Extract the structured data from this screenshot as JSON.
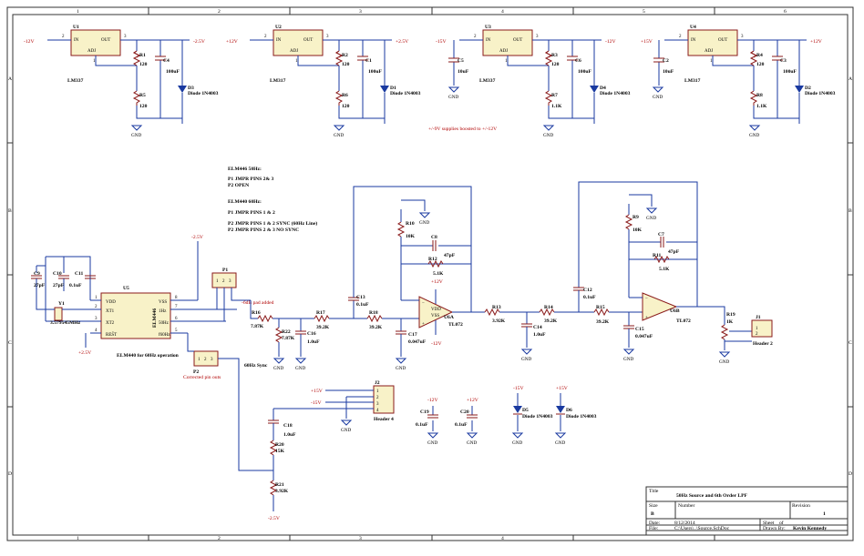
{
  "frame": {
    "col_labels": [
      "1",
      "2",
      "3",
      "4",
      "5",
      "6"
    ],
    "row_labels": [
      "A",
      "B",
      "C",
      "D"
    ]
  },
  "regulators": [
    {
      "ref": "U1",
      "part": "LM337",
      "in": "-12V",
      "out": "-2.5V",
      "r_top": "R1",
      "r_top_v": "120",
      "r_bot": "R5",
      "r_bot_v": "120",
      "cap": "C4",
      "cap_v": "100uF",
      "diode": "D3",
      "diode_part": "Diode 1N4003"
    },
    {
      "ref": "U2",
      "part": "LM317",
      "in": "+12V",
      "out": "+2.5V",
      "r_top": "R2",
      "r_top_v": "120",
      "r_bot": "R6",
      "r_bot_v": "120",
      "cap": "C1",
      "cap_v": "100uF",
      "diode": "D1",
      "diode_part": "Diode 1N4003"
    },
    {
      "ref": "U3",
      "part": "LM337",
      "in": "-15V",
      "out": "-12V",
      "r_top": "R3",
      "r_top_v": "120",
      "r_bot": "R7",
      "r_bot_v": "1.1K",
      "cap": "C6",
      "cap_v": "100uF",
      "cap_in": "C5",
      "cap_in_v": "10uF",
      "diode": "D4",
      "diode_part": "Diode 1N4003"
    },
    {
      "ref": "U4",
      "part": "LM317",
      "in": "+15V",
      "out": "+12V",
      "r_top": "R4",
      "r_top_v": "120",
      "r_bot": "R8",
      "r_bot_v": "1.1K",
      "cap": "C3",
      "cap_v": "100uF",
      "cap_in": "C2",
      "cap_in_v": "10uF",
      "diode": "D2",
      "diode_part": "Diode 1N4003"
    }
  ],
  "reg_pins": {
    "in": "IN",
    "out": "OUT",
    "adj": "ADJ",
    "p1": "1",
    "p2": "2",
    "p3": "3"
  },
  "gnd_label": "GND",
  "supply_note": "+/-9V supplies boosted to +/-12V",
  "config_notes": {
    "h50": "ELM446 50Hz:",
    "l50a": "P1 JMPR PINS 2& 3",
    "l50b": "P2 OPEN",
    "h60": "ELM440 60Hz:",
    "l60a": "P1 JMPR PINS 1 & 2",
    "l60b": "P2 JMPR PINS 1 & 2 SYNC (60Hz Line)",
    "l60c": "P2 JMPR PINS 2 & 3 NO SYNC"
  },
  "oscillator": {
    "ref": "U5",
    "part": "ELM446",
    "note": "ELM440 for 60Hz operation",
    "pins": [
      {
        "n": "1",
        "name": "VDD"
      },
      {
        "n": "2",
        "name": "XT1"
      },
      {
        "n": "3",
        "name": "XT2"
      },
      {
        "n": "4",
        "name": "RES̄T"
      },
      {
        "n": "8",
        "name": "VSS"
      },
      {
        "n": "7",
        "name": "1Hz"
      },
      {
        "n": "6",
        "name": "50Hz"
      },
      {
        "n": "5",
        "name": "f60Hz"
      }
    ],
    "crystal": "Y1",
    "crystal_v": "3.579545MHz",
    "c9": "C9",
    "c9_v": "27pF",
    "c10": "C10",
    "c10_v": "27pF",
    "c11": "C11",
    "c11_v": "0.1uF",
    "supply": "+2.5V",
    "neg": "-2.5V"
  },
  "jumpers": {
    "p1": "P1",
    "p2": "P2",
    "p2_note": "Corrected pin outs",
    "pad_note": "-6dB pad added",
    "pins": [
      "1",
      "2",
      "3"
    ]
  },
  "filter": {
    "r16": "R16",
    "r16_v": "7.87K",
    "r22": "R22",
    "r22_v": "7.87K",
    "c16": "C16",
    "c16_v": "1.0uF",
    "sync": "60Hz Sync",
    "r17": "R17",
    "r17_v": "39.2K",
    "r18": "R18",
    "r18_v": "39.2K",
    "c13": "C13",
    "c13_v": "0.1uF",
    "c17": "C17",
    "c17_v": "0.047uF",
    "u6a": "U6A",
    "u6a_part": "TL072",
    "r10": "R10",
    "r10_v": "10K",
    "c8": "C8",
    "c8_v": "47pF",
    "r12": "R12",
    "r12_v": "5.1K",
    "r13": "R13",
    "r13_v": "3.92K",
    "r14": "R14",
    "r14_v": "39.2K",
    "r15": "R15",
    "r15_v": "39.2K",
    "c12": "C12",
    "c12_v": "0.1uF",
    "c14": "C14",
    "c14_v": "1.0uF",
    "c15": "C15",
    "c15_v": "0.047uF",
    "u6b": "U6B",
    "u6b_part": "TL072",
    "r9": "R9",
    "r9_v": "10K",
    "c7": "C7",
    "c7_v": "47pF",
    "r11": "R11",
    "r11_v": "5.1K",
    "r19": "R19",
    "r19_v": "1K",
    "j1": "J1",
    "j1_part": "Header 2",
    "op_vdd": "VDD",
    "op_vss": "VSS",
    "p12": "+12V",
    "n12": "-12V"
  },
  "header4": {
    "ref": "J2",
    "part": "Header 4",
    "p15": "+15V",
    "n15": "-15V",
    "c18": "C18",
    "c18_v": "1.0uF",
    "r20": "R20",
    "r20_v": "15K",
    "r21": "R21",
    "r21_v": "3.92K",
    "neg": "-2.5V"
  },
  "decoupling": [
    {
      "ref": "C19",
      "v": "0.1uF",
      "rail": "-12V"
    },
    {
      "ref": "C20",
      "v": "0.1uF",
      "rail": "+12V"
    },
    {
      "ref": "D5",
      "v": "Diode 1N4003",
      "rail": "-15V"
    },
    {
      "ref": "D6",
      "v": "Diode 1N4003",
      "rail": "+15V"
    }
  ],
  "title_block": {
    "title_label": "Title",
    "title": "50Hz Source and 6th Order LPF",
    "size_label": "Size",
    "size": "B",
    "number_label": "Number",
    "rev_label": "Revision",
    "rev": "1",
    "date_label": "Date:",
    "date": "8/12/2014",
    "file_label": "File:",
    "file": "C:\\Users\\..\\Source.SchDoc",
    "sheet_label": "Sheet",
    "sheet_of": "of",
    "drawn_label": "Drawn By:",
    "drawn": "Kevin Kennedy"
  },
  "colors": {
    "wire": "#1a3aa0",
    "component": "#8a1a1a",
    "fill": "#f8f2c8",
    "net": "#b00000"
  }
}
